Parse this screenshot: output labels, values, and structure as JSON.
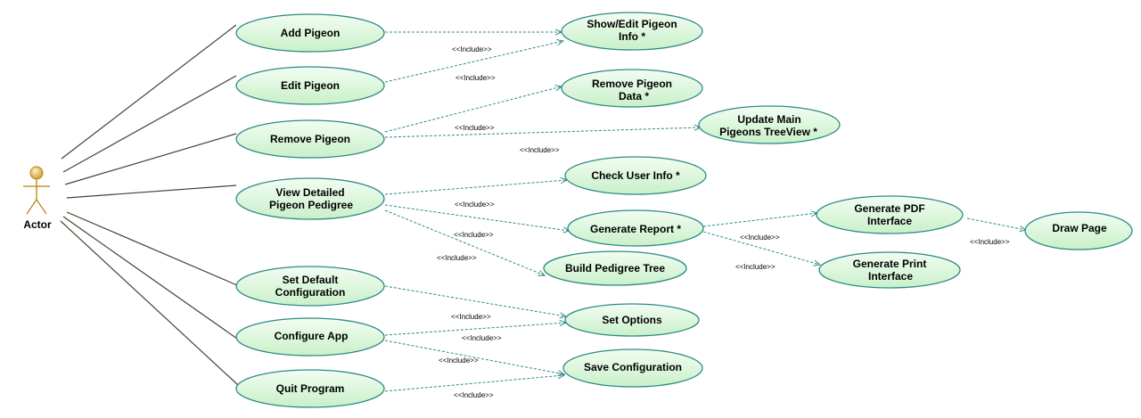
{
  "actor": {
    "label": "Actor"
  },
  "use_cases": {
    "add_pigeon": [
      "Add Pigeon"
    ],
    "edit_pigeon": [
      "Edit Pigeon"
    ],
    "remove_pigeon": [
      "Remove Pigeon"
    ],
    "view_pedigree": [
      "View Detailed",
      "Pigeon Pedigree"
    ],
    "set_default": [
      "Set Default",
      "Configuration"
    ],
    "configure_app": [
      "Configure App"
    ],
    "quit_program": [
      "Quit Program"
    ],
    "show_edit_info": [
      "Show/Edit Pigeon",
      "Info *"
    ],
    "remove_data": [
      "Remove Pigeon",
      "Data *"
    ],
    "update_treeview": [
      "Update Main",
      "Pigeons TreeView *"
    ],
    "check_user": [
      "Check User Info *"
    ],
    "generate_report": [
      "Generate Report *"
    ],
    "build_tree": [
      "Build Pedigree Tree"
    ],
    "set_options": [
      "Set Options"
    ],
    "save_config": [
      "Save Configuration"
    ],
    "gen_pdf": [
      "Generate PDF",
      "Interface"
    ],
    "gen_print": [
      "Generate Print",
      "Interface"
    ],
    "draw_page": [
      "Draw Page"
    ]
  },
  "include_label": "<<Include>>",
  "colors": {
    "ellipse_fill_light": "#f2fdf2",
    "ellipse_fill_dark": "#c9f0c9",
    "ellipse_stroke": "#2f8a86",
    "dependency_line": "#2f8a86",
    "association_line": "#4a4030",
    "actor_head": "#d9b24c",
    "actor_body": "#b8860b"
  }
}
